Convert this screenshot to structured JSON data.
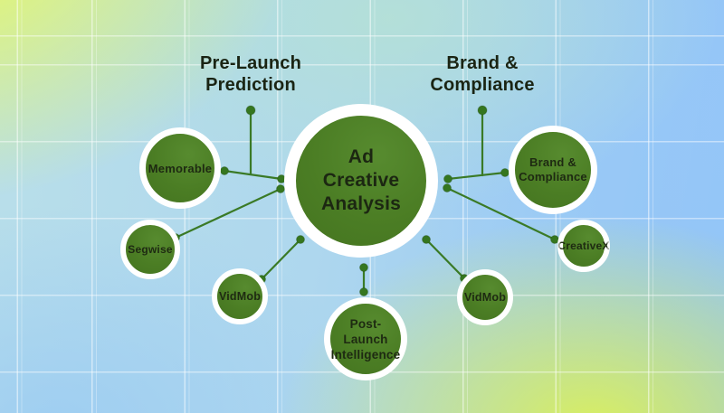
{
  "diagram": {
    "center": {
      "label": "Ad\nCreative\nAnalysis"
    },
    "headings": [
      {
        "id": "pre-launch-prediction",
        "label": "Pre-Launch\nPrediction"
      },
      {
        "id": "brand-compliance",
        "label": "Brand &\nCompliance"
      }
    ],
    "nodes": [
      {
        "id": "memorable",
        "label": "Memorable",
        "group": "pre-launch-prediction"
      },
      {
        "id": "segwise",
        "label": "Segwise",
        "group": "pre-launch-prediction"
      },
      {
        "id": "vidmob-left",
        "label": "VidMob",
        "group": "pre-launch-prediction"
      },
      {
        "id": "post-launch-intelligence",
        "label": "Post-Launch\nIntelligence",
        "group": "post-launch-intelligence"
      },
      {
        "id": "vidmob-right",
        "label": "VidMob",
        "group": "brand-compliance"
      },
      {
        "id": "creativex",
        "label": "CreativeX",
        "group": "brand-compliance"
      },
      {
        "id": "brand-compliance-node",
        "label": "Brand &\nCompliance",
        "group": "brand-compliance"
      }
    ]
  },
  "colors": {
    "node_green": "#4b7d24",
    "connector_green": "#3a7a26",
    "dot_green": "#35761f",
    "ring_white": "#ffffff",
    "text_dark": "#1e2a12",
    "bg_yellow": "#eefc50",
    "bg_teal": "#b4e0d7",
    "bg_blue": "#8fc2f7"
  }
}
